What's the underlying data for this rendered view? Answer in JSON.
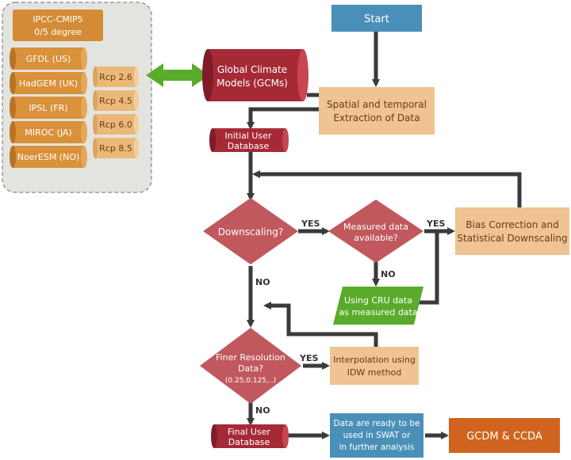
{
  "models_panel": {
    "header": "IPCC-CMIP5",
    "subheader": "0/5 degree",
    "models": [
      "GFDL (US)",
      "HadGEM (UK)",
      "IPSL (FR)",
      "MIROC (JA)",
      "NoerESM (NO)"
    ],
    "scenarios": [
      "Rcp 2.6",
      "Rcp 4.5",
      "Rcp 6.0",
      "Rcp 8.5"
    ]
  },
  "nodes": {
    "start": "Start",
    "gcm": [
      "Global Climate",
      "Models (GCMs)"
    ],
    "extraction": [
      "Spatial and temporal",
      "Extraction of Data"
    ],
    "initial_db": [
      "Initial User",
      "Database"
    ],
    "downscaling": "Downscaling?",
    "measured": [
      "Measured data",
      "available?"
    ],
    "bias": [
      "Bias Correction and",
      "Statistical Downscaling"
    ],
    "cru": [
      "Using CRU data",
      "as measured data"
    ],
    "finer": [
      "Finer Resolution",
      "Data?",
      "(0.25,0.125,..)"
    ],
    "interp": [
      "Interpolation using",
      "IDW method"
    ],
    "final_db": [
      "Final User",
      "Database"
    ],
    "ready": [
      "Data are ready to be",
      "used in SWAT or",
      "in further analysis"
    ],
    "gcdm": "GCDM & CCDA"
  },
  "edge_labels": {
    "yes_downscaling": "YES",
    "yes_measured": "YES",
    "no_measured": "NO",
    "no_downscaling": "NO",
    "yes_finer": "YES",
    "no_finer": "NO"
  },
  "colors": {
    "panel_bg": "#e3e4df",
    "cylinder_orange": "#d9913a",
    "rcp_tan": "#eab978",
    "gcm_red": "#a62a36",
    "start_blue": "#4a8fb8",
    "process_tan": "#efc392",
    "diamond_red": "#c0585d",
    "green": "#5aab2c",
    "final_orange": "#d0641e",
    "line_dark": "#3a3a3a"
  }
}
